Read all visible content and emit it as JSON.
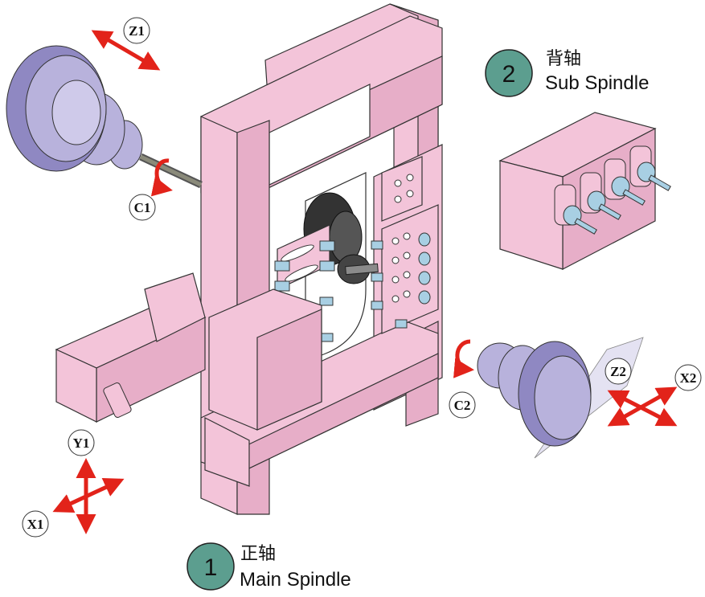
{
  "colors": {
    "machine_body": "#f3c4d9",
    "machine_shade": "#e7aec8",
    "spindle": "#b8b2dc",
    "spindle_dark": "#8f88c2",
    "tool_holder": "#a8cfe3",
    "arrow": "#e2231a",
    "callout_badge": "#5c9e8f",
    "dark_part": "#333333"
  },
  "axes": {
    "z1": "Z1",
    "c1": "C1",
    "y1": "Y1",
    "x1": "X1",
    "c2": "C2",
    "z2": "Z2",
    "x2": "X2"
  },
  "callouts": {
    "main": {
      "number": "1",
      "label_cn": "正轴",
      "label_en": "Main Spindle"
    },
    "sub": {
      "number": "2",
      "label_cn": "背轴",
      "label_en": "Sub Spindle"
    }
  }
}
